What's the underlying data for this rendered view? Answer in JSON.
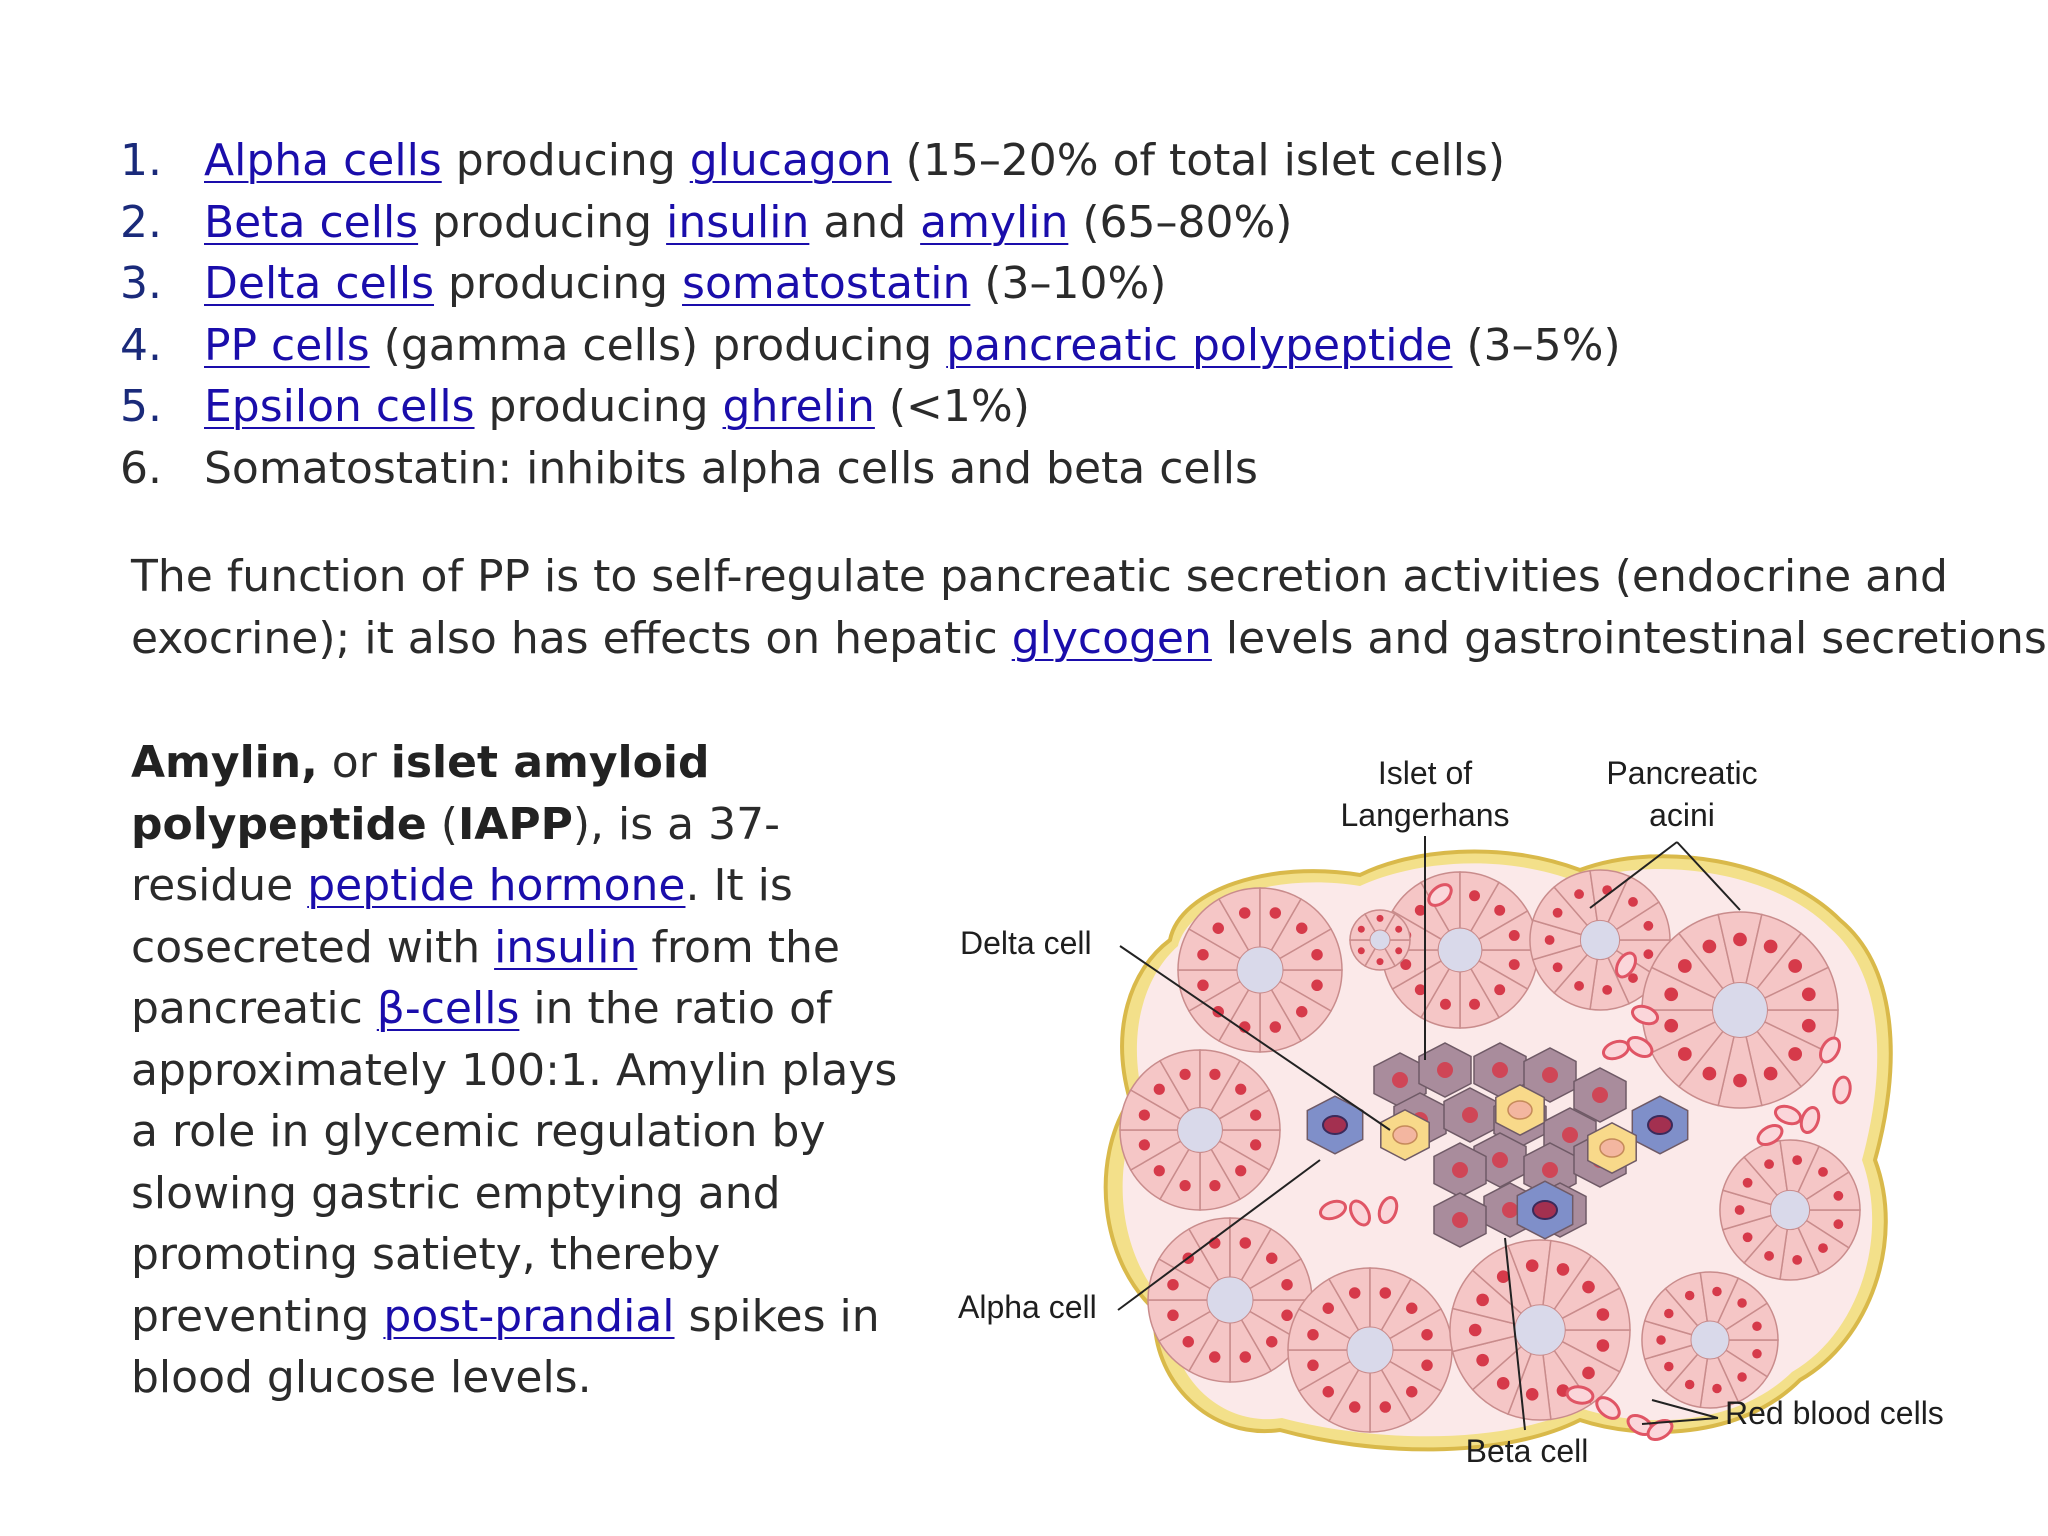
{
  "cell_list": [
    {
      "num": "1.",
      "parts": [
        {
          "t": "Alpha cells",
          "link": true
        },
        {
          "t": " producing "
        },
        {
          "t": "glucagon",
          "link": true
        },
        {
          "t": " (15–20% of total islet cells)"
        }
      ]
    },
    {
      "num": "2.",
      "parts": [
        {
          "t": "Beta cells",
          "link": true
        },
        {
          "t": " producing "
        },
        {
          "t": "insulin",
          "link": true
        },
        {
          "t": " and "
        },
        {
          "t": "amylin",
          "link": true
        },
        {
          "t": " (65–80%)"
        }
      ]
    },
    {
      "num": "3.",
      "parts": [
        {
          "t": "Delta cells",
          "link": true
        },
        {
          "t": " producing "
        },
        {
          "t": "somatostatin",
          "link": true
        },
        {
          "t": " (3–10%)"
        }
      ]
    },
    {
      "num": "4.",
      "parts": [
        {
          "t": "PP cells",
          "link": true
        },
        {
          "t": " (gamma cells) producing "
        },
        {
          "t": "pancreatic polypeptide",
          "link": true
        },
        {
          "t": " (3–5%)"
        }
      ]
    },
    {
      "num": "5.",
      "parts": [
        {
          "t": "Epsilon cells",
          "link": true
        },
        {
          "t": " producing "
        },
        {
          "t": "ghrelin",
          "link": true
        },
        {
          "t": " (<1%)"
        }
      ]
    },
    {
      "num": "6.",
      "parts": [
        {
          "t": "Somatostatin: inhibits alpha cells and beta cells"
        }
      ]
    }
  ],
  "pp_paragraph": {
    "lines": [
      [
        {
          "t": "The function of PP is to self-regulate pancreatic secretion activities (endocrine and"
        }
      ],
      [
        {
          "t": "exocrine); it also has effects on hepatic "
        },
        {
          "t": "glycogen",
          "link": true
        },
        {
          "t": " levels and gastrointestinal secretions."
        }
      ]
    ]
  },
  "amylin_paragraph": {
    "lines": [
      [
        {
          "t": "Amylin,",
          "bold": true
        },
        {
          "t": " or "
        },
        {
          "t": "islet amyloid",
          "bold": true
        }
      ],
      [
        {
          "t": "polypeptide",
          "bold": true
        },
        {
          "t": " ("
        },
        {
          "t": "IAPP",
          "bold": true
        },
        {
          "t": "), is a 37-"
        }
      ],
      [
        {
          "t": "residue "
        },
        {
          "t": "peptide hormone",
          "link": true
        },
        {
          "t": ". It is"
        }
      ],
      [
        {
          "t": "cosecreted with "
        },
        {
          "t": "insulin",
          "link": true
        },
        {
          "t": " from the"
        }
      ],
      [
        {
          "t": "pancreatic "
        },
        {
          "t": "β-cells",
          "link": true
        },
        {
          "t": " in the ratio of"
        }
      ],
      [
        {
          "t": "approximately 100:1. Amylin plays"
        }
      ],
      [
        {
          "t": "a role in glycemic regulation by"
        }
      ],
      [
        {
          "t": "slowing gastric emptying and"
        }
      ],
      [
        {
          "t": "promoting satiety, thereby"
        }
      ],
      [
        {
          "t": "preventing "
        },
        {
          "t": "post-prandial",
          "link": true
        },
        {
          "t": " spikes in"
        }
      ],
      [
        {
          "t": "blood glucose levels."
        }
      ]
    ]
  },
  "diagram": {
    "label_islet_1": "Islet of",
    "label_islet_2": "Langerhans",
    "label_acini_1": "Pancreatic",
    "label_acini_2": "acini",
    "label_delta": "Delta cell",
    "label_alpha": "Alpha cell",
    "label_beta": "Beta cell",
    "label_rbc": "Red blood cells",
    "colors": {
      "link": "#1a0dab",
      "acinar_cell": "#f5c6c6",
      "acinar_outline": "#c98c8c",
      "nucleus": "#d63a4a",
      "capsule": "#f3e08a",
      "beta_cell": "#a98c9c",
      "alpha_cell": "#7f8fc9",
      "delta_cell": "#f8d98a",
      "rbc": "#e05565"
    }
  }
}
